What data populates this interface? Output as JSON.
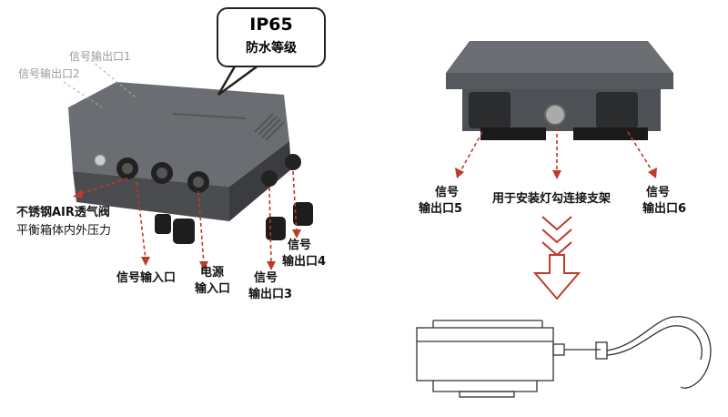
{
  "bubble": {
    "title": "IP65",
    "subtitle": "防水等级"
  },
  "labels": {
    "signal_out1": "信号输出口1",
    "signal_out2": "信号输出口2",
    "valve_line1": "不锈钢AIR透气阀",
    "valve_line2": "平衡箱体内外压力",
    "signal_in": "信号输入口",
    "power_line1": "电源",
    "power_line2": "输入口",
    "out3_line1": "信号",
    "out3_line2": "输出口3",
    "out4_line1": "信号",
    "out4_line2": "输出口4",
    "out5_line1": "信号",
    "out5_line2": "输出口5",
    "hook": "用于安装灯勾连接支架",
    "out6_line1": "信号",
    "out6_line2": "输出口6"
  },
  "colors": {
    "arrow": "#c0392b",
    "device": "#5c5f63",
    "device_dark": "#3c3e41"
  }
}
